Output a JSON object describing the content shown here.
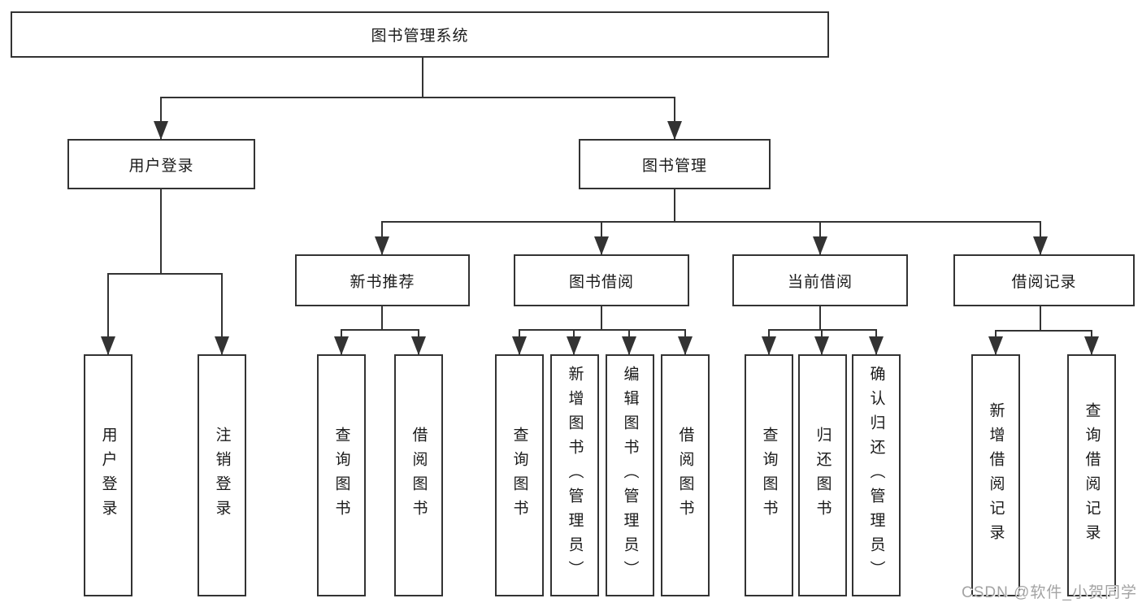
{
  "diagram": {
    "title_node": {
      "label": "图书管理系统"
    },
    "level2": [
      {
        "id": "user-login",
        "label": "用户登录"
      },
      {
        "id": "book-management",
        "label": "图书管理"
      }
    ],
    "level3": [
      {
        "id": "new-book-recommend",
        "label": "新书推荐"
      },
      {
        "id": "book-borrow",
        "label": "图书借阅"
      },
      {
        "id": "current-borrow",
        "label": "当前借阅"
      },
      {
        "id": "borrow-record",
        "label": "借阅记录"
      }
    ],
    "leaves": [
      {
        "parent": "用户登录",
        "label": "用户登录"
      },
      {
        "parent": "用户登录",
        "label": "注销登录"
      },
      {
        "parent": "新书推荐",
        "label": "查询图书"
      },
      {
        "parent": "新书推荐",
        "label": "借阅图书"
      },
      {
        "parent": "图书借阅",
        "label": "查询图书"
      },
      {
        "parent": "图书借阅",
        "label": "新增图书（管理员）"
      },
      {
        "parent": "图书借阅",
        "label": "编辑图书（管理员）"
      },
      {
        "parent": "图书借阅",
        "label": "借阅图书"
      },
      {
        "parent": "当前借阅",
        "label": "查询图书"
      },
      {
        "parent": "当前借阅",
        "label": "归还图书"
      },
      {
        "parent": "当前借阅",
        "label": "确认归还（管理员）"
      },
      {
        "parent": "借阅记录",
        "label": "新增借阅记录"
      },
      {
        "parent": "借阅记录",
        "label": "查询借阅记录"
      }
    ]
  },
  "watermark": {
    "text": "CSDN @软件_小贺同学"
  },
  "colors": {
    "line": "#333333",
    "box_border": "#333333",
    "box_fill": "#ffffff",
    "text": "#1a1a1a",
    "background": "#ffffff",
    "watermark": "#a3a3a3"
  }
}
